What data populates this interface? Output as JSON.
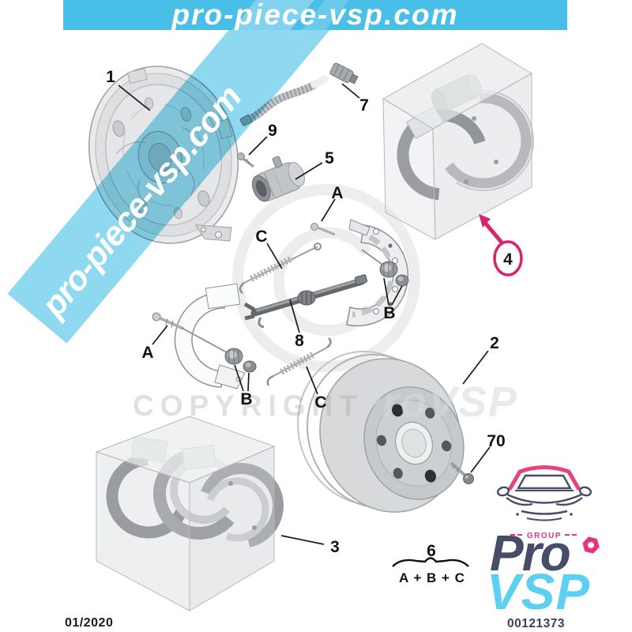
{
  "banner": {
    "site": "pro-piece-vsp.com"
  },
  "watermarks": {
    "diagonal": "pro-piece-vsp.com",
    "copyright": "COPYRIGHT",
    "brand": "ProVSP"
  },
  "callouts": {
    "n1": "1",
    "n2": "2",
    "n3": "3",
    "n4": "4",
    "n5": "5",
    "n6": "6",
    "n7": "7",
    "n8": "8",
    "n9": "9",
    "n70": "70",
    "a_top": "A",
    "a_left": "A",
    "b_left": "B",
    "b_right": "B",
    "c_top": "C",
    "c_bottom": "C",
    "formula": "A + B + C"
  },
  "footer": {
    "date": "01/2020",
    "reference": "00121373"
  },
  "logo": {
    "group": "GROUP",
    "pro": "Pro",
    "vsp": "VSP"
  },
  "colors": {
    "banner_blue": "#49bfe8",
    "watermark_band": "#8ed9ef",
    "accent_pink": "#d6246e",
    "logo_pink": "#e8337c",
    "logo_navy": "#474d68",
    "logo_cyan": "#5bd0f0"
  }
}
